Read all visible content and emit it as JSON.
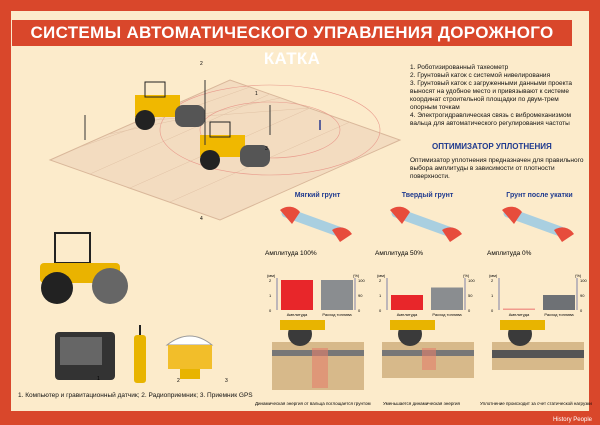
{
  "title": "СИСТЕМЫ АВТОМАТИЧЕСКОГО УПРАВЛЕНИЯ ДОРОЖНОГО КАТКА",
  "legend": [
    "1. Роботизированный тахеометр",
    "2. Грунтовый каток с системой нивелирования",
    "3. Грунтовый каток с загруженными данными проекта выносят на удобное место и привязывают к системе координат строительной площадки по двум-трем опорным точкам",
    "4. Электрогидравлическая связь с вибромеханизмом вальца для автоматического регулирования частоты"
  ],
  "diagram_labels": [
    "1",
    "2",
    "3",
    "4"
  ],
  "optimizer": {
    "heading": "ОПТИМИЗАТОР УПЛОТНЕНИЯ",
    "text": "Оптимизатор уплотнения предназначен для правильного выбора амплитуды в зависимости от плотности поверхности."
  },
  "panels": [
    {
      "heading": "Мягкий грунт",
      "amplitude": "Амплитуда 100%",
      "left_unit": "(мм)",
      "right_unit": "(%)",
      "left_ticks": [
        "0",
        "1",
        "2"
      ],
      "right_ticks": [
        "0",
        "90",
        "100"
      ],
      "bars": [
        {
          "label": "Амплитуда",
          "value": 2,
          "color": "#e8262a"
        },
        {
          "label": "Расход топлива",
          "value": 2,
          "color": "#8a8d90"
        }
      ]
    },
    {
      "heading": "Твердый грунт",
      "amplitude": "Амплитуда  50%",
      "left_unit": "(мм)",
      "right_unit": "(%)",
      "left_ticks": [
        "0",
        "1",
        "2"
      ],
      "right_ticks": [
        "0",
        "50",
        "100"
      ],
      "bars": [
        {
          "label": "Амплитуда",
          "value": 1,
          "color": "#e8262a"
        },
        {
          "label": "Расход топлива",
          "value": 1.5,
          "color": "#8a8d90"
        }
      ]
    },
    {
      "heading": "Грунт после укатки",
      "amplitude": "Амплитуда  0%",
      "left_unit": "(мм)",
      "right_unit": "(%)",
      "left_ticks": [
        "0",
        "1",
        "2"
      ],
      "right_ticks": [
        "0",
        "90",
        "100"
      ],
      "bars": [
        {
          "label": "Амплитуда",
          "value": 0.1,
          "color": "#f19a8c"
        },
        {
          "label": "Расход топлива",
          "value": 1,
          "color": "#6e7175"
        }
      ]
    }
  ],
  "soil_captions": [
    "Динамическая энергия от вальца поглощается грунтом",
    "Уменьшается динамическая энергия",
    "Уплотнение происходит за счет статической нагрузки"
  ],
  "device_numbers": [
    "1",
    "2",
    "3"
  ],
  "device_caption": "1. Компьютер и гравитационный датчик; 2. Радиоприемник; 3. Приемник GPS",
  "footer": "History People"
}
